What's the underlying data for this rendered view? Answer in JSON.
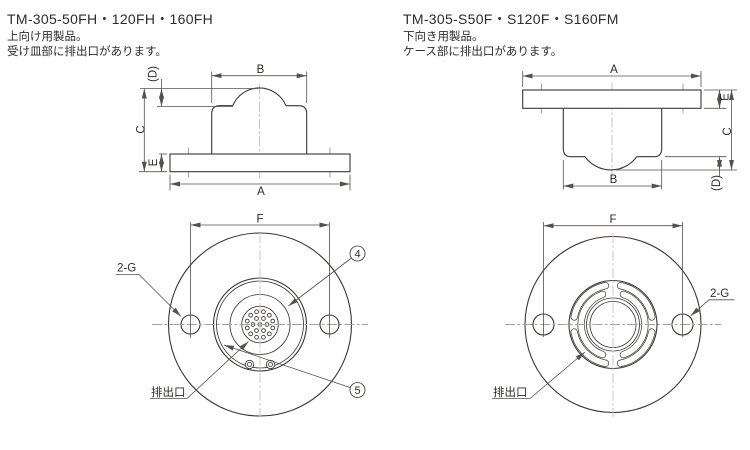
{
  "header_left": {
    "model": "TM-305-50FH・120FH・160FH",
    "desc1": "上向け用製品。",
    "desc2": "受け皿部に排出口があります。"
  },
  "header_right": {
    "model": "TM-305-S50F・S120F・S160FM",
    "desc1": "下向き用製品。",
    "desc2": "ケース部に排出口があります。"
  },
  "dim_labels": {
    "A": "A",
    "B": "B",
    "C": "C",
    "D": "(D)",
    "E": "E",
    "F": "F",
    "G": "2-G"
  },
  "callouts": {
    "n4": "4",
    "n5": "5",
    "outlet": "排出口"
  },
  "colors": {
    "line": "#3b3633",
    "dimension": "#56504c",
    "centerline_light": "#c9c5c4",
    "centerline_dark": "#a5a09d",
    "text": "#2f2b28",
    "background": "#ffffff"
  }
}
